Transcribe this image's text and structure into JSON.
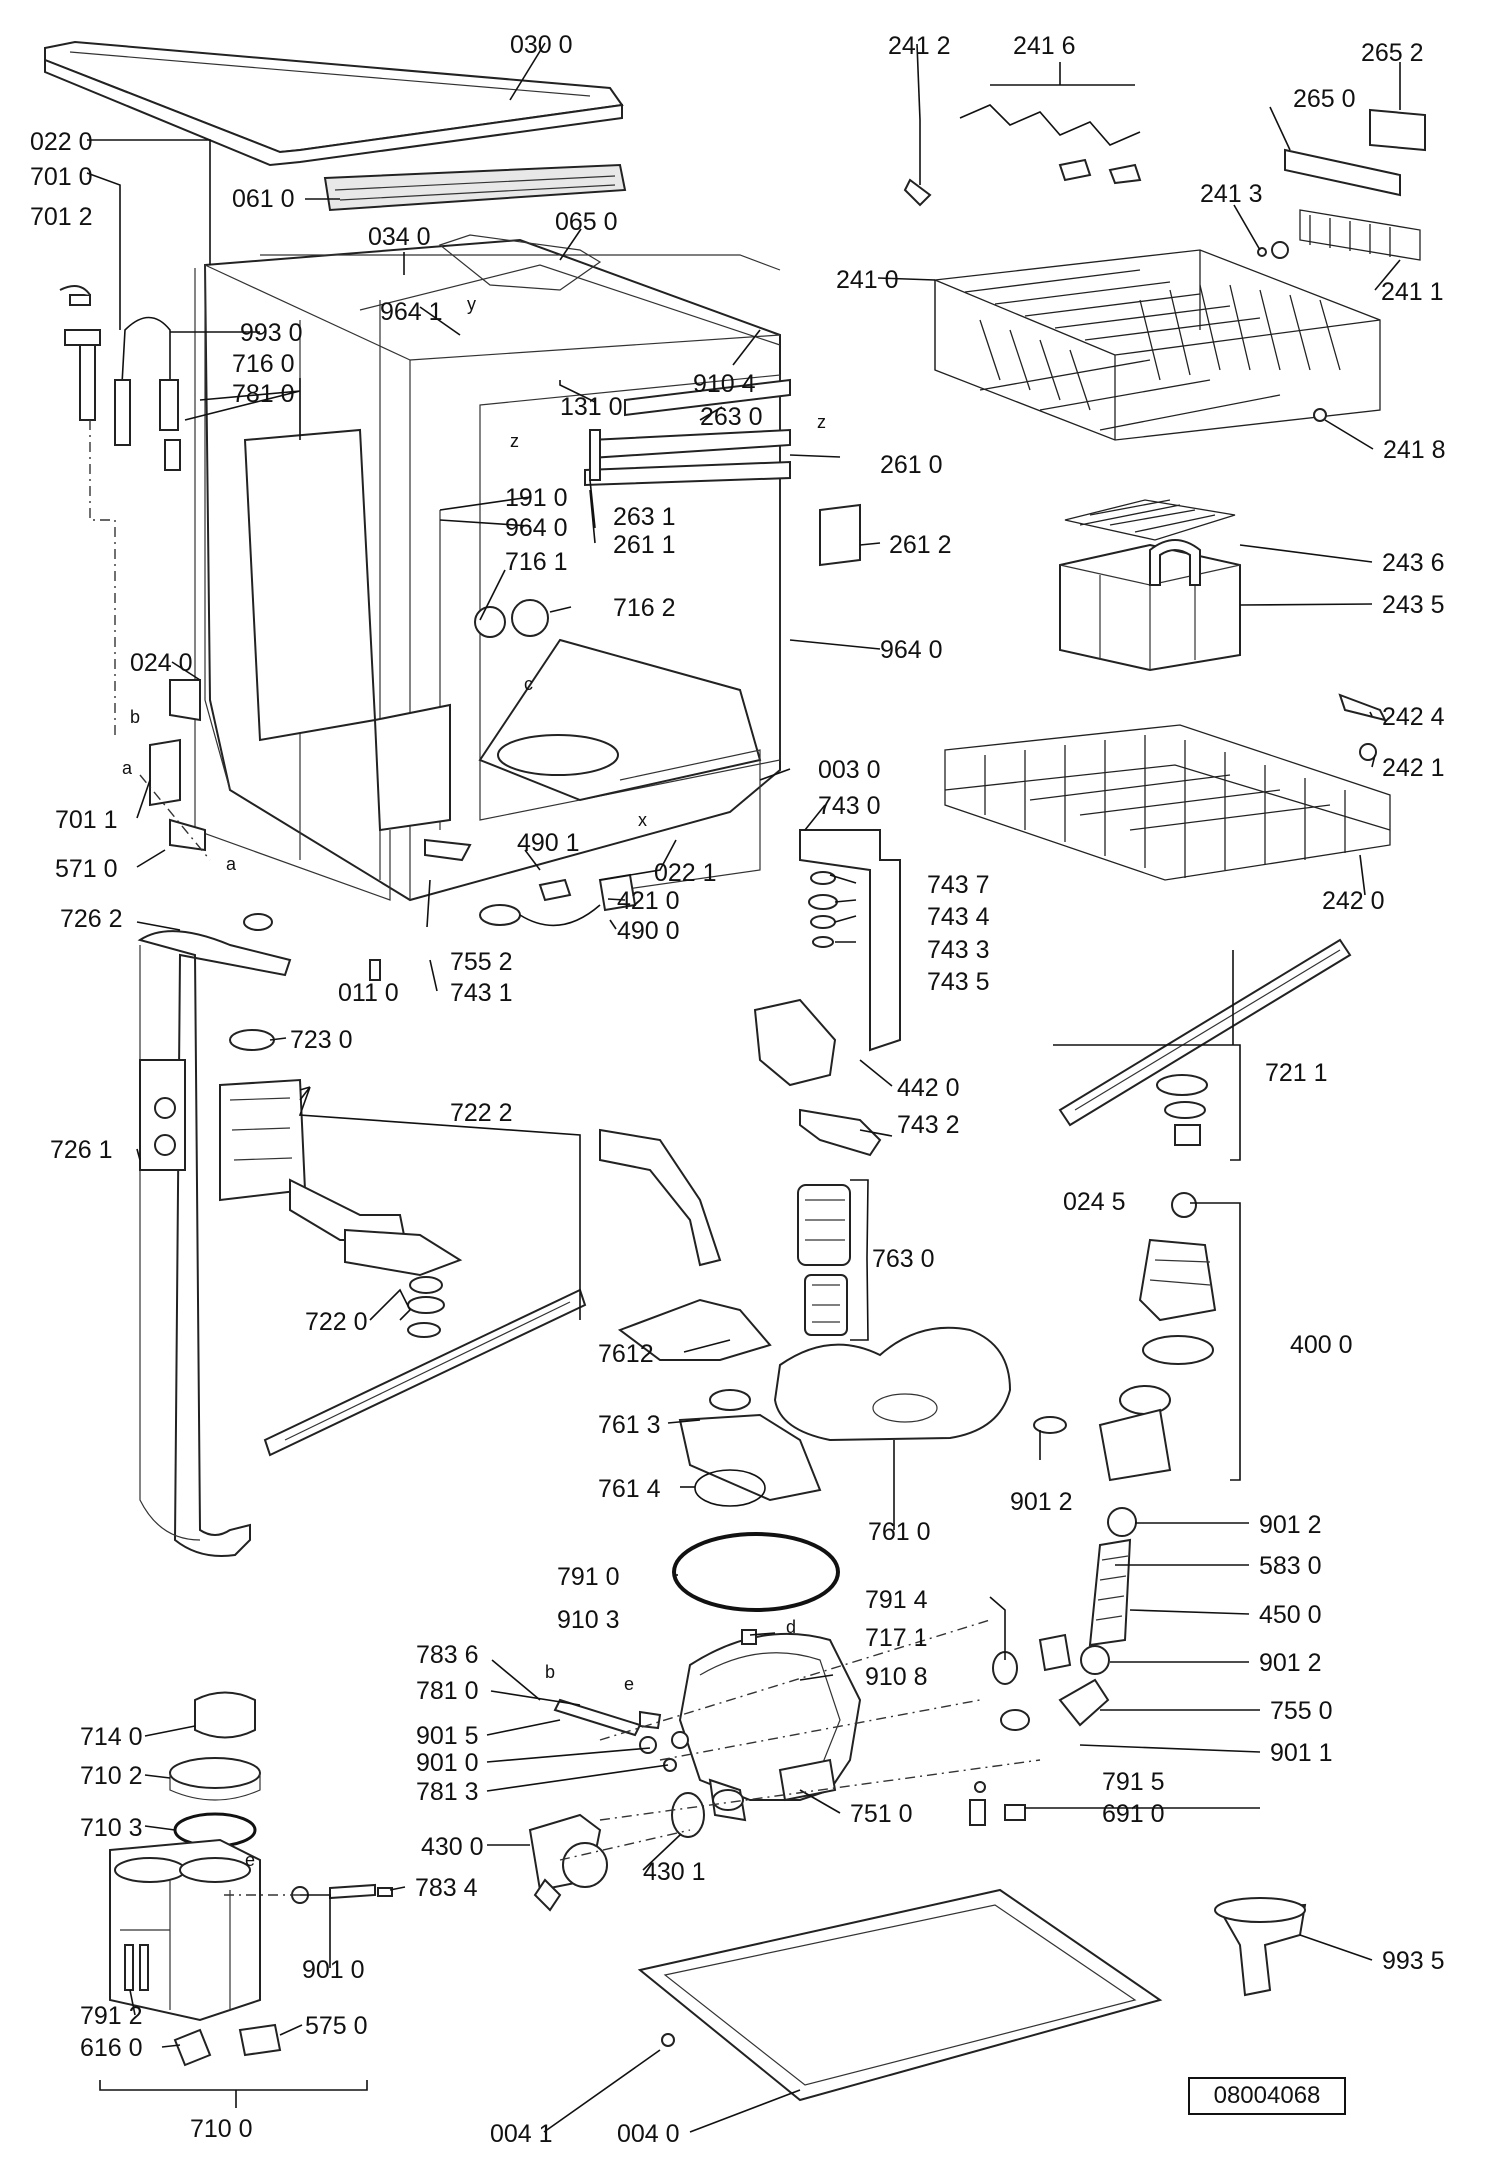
{
  "document_number": "08004068",
  "labels": {
    "l_0300": "030 0",
    "l_0220": "022 0",
    "l_7010": "701 0",
    "l_7012": "701 2",
    "l_0610": "061 0",
    "l_0340": "034 0",
    "l_0650": "065 0",
    "l_9641a": "964 1",
    "l_9930": "993 0",
    "l_7160": "716 0",
    "l_7810a": "781 0",
    "l_9104": "910 4",
    "l_1310": "131 0",
    "l_2630": "263 0",
    "l_2610": "261 0",
    "l_1910": "191 0",
    "l_2631": "263 1",
    "l_2611": "261 1",
    "l_9640a": "964 0",
    "l_2612": "261 2",
    "l_7161": "716 1",
    "l_7162": "716 2",
    "l_9640b": "964 0",
    "l_0240": "024 0",
    "l_7011": "701 1",
    "l_5710": "571 0",
    "l_0030": "003 0",
    "l_7430": "743 0",
    "l_4901": "490 1",
    "l_0221": "022 1",
    "l_4210": "421 0",
    "l_4900": "490 0",
    "l_7437": "743 7",
    "l_7434": "743 4",
    "l_7433": "743 3",
    "l_7435": "743 5",
    "l_7262": "726 2",
    "l_7552": "755 2",
    "l_0110": "011 0",
    "l_7431": "743 1",
    "l_7230": "723 0",
    "l_4420": "442 0",
    "l_7432": "743 2",
    "l_7222": "722 2",
    "l_7261": "726 1",
    "l_7630": "763 0",
    "l_7220": "722 0",
    "l_7612": "7612",
    "l_7613": "761 3",
    "l_7614": "761 4",
    "l_7610": "761 0",
    "l_2412": "241 2",
    "l_2416": "241 6",
    "l_2652": "265 2",
    "l_2650": "265 0",
    "l_2413": "241 3",
    "l_2410": "241 0",
    "l_2411": "241 1",
    "l_2418": "241 8",
    "l_2436": "243 6",
    "l_2435": "243 5",
    "l_2424": "242 4",
    "l_2421": "242 1",
    "l_2420": "242 0",
    "l_7211": "721 1",
    "l_0245": "024 5",
    "l_4000": "400 0",
    "l_9012a": "901 2",
    "l_9012b": "901 2",
    "l_5830": "583 0",
    "l_4500": "450 0",
    "l_9012c": "901 2",
    "l_7910": "791 0",
    "l_9103": "910 3",
    "l_7914": "791 4",
    "l_7171": "717 1",
    "l_7836": "783 6",
    "l_9108": "910 8",
    "l_7810b": "781 0",
    "l_7550": "755 0",
    "l_9015": "901 5",
    "l_9010": "901 0",
    "l_9011": "901 1",
    "l_7813": "781 3",
    "l_7915": "791 5",
    "l_7510": "751 0",
    "l_6910": "691 0",
    "l_7140": "714 0",
    "l_7102": "710 2",
    "l_7103": "710 3",
    "l_4300": "430 0",
    "l_4301": "430 1",
    "l_7834": "783 4",
    "l_9010b": "901 0",
    "l_7912": "791 2",
    "l_6160": "616 0",
    "l_5750": "575 0",
    "l_7100": "710 0",
    "l_0041": "004 1",
    "l_0040": "004 0",
    "l_9935": "993 5"
  },
  "markers": {
    "a1": "a",
    "a2": "a",
    "b1": "b",
    "b2": "b",
    "c": "c",
    "d": "d",
    "e1": "e",
    "e2": "e",
    "x": "x",
    "y": "y",
    "z1": "z",
    "z2": "z"
  }
}
